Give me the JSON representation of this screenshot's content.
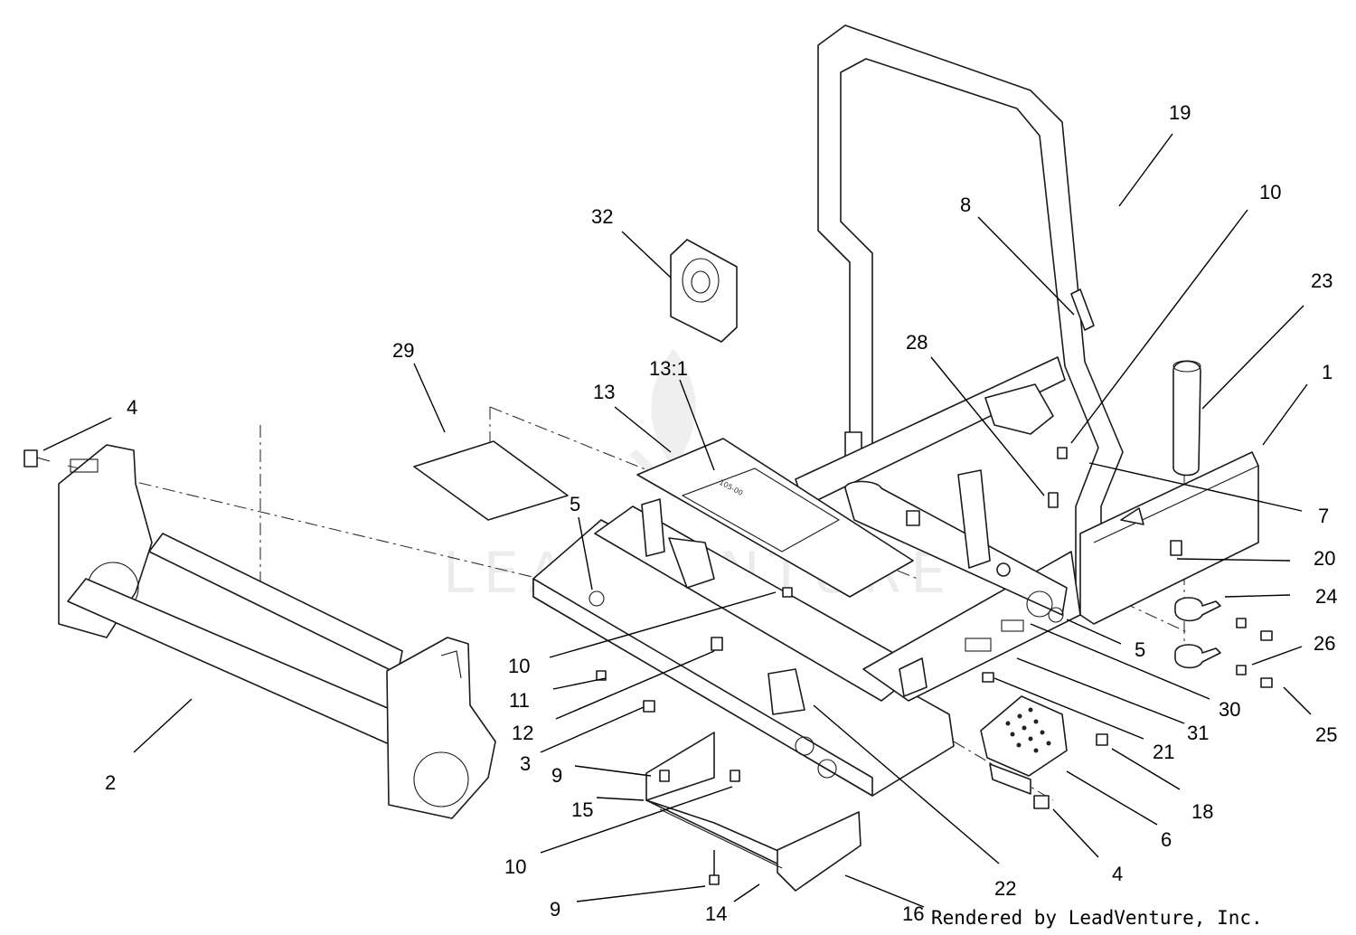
{
  "watermark": "LEADVENTURE",
  "footer": "Rendered by LeadVenture, Inc.",
  "labels": [
    {
      "id": "c19",
      "text": "19"
    },
    {
      "id": "c10a",
      "text": "10"
    },
    {
      "id": "c8",
      "text": "8"
    },
    {
      "id": "c32",
      "text": "32"
    },
    {
      "id": "c23",
      "text": "23"
    },
    {
      "id": "c28",
      "text": "28"
    },
    {
      "id": "c1",
      "text": "1"
    },
    {
      "id": "c29",
      "text": "29"
    },
    {
      "id": "c13_1",
      "text": "13:1"
    },
    {
      "id": "c13",
      "text": "13"
    },
    {
      "id": "c4a",
      "text": "4"
    },
    {
      "id": "c7",
      "text": "7"
    },
    {
      "id": "c5a",
      "text": "5"
    },
    {
      "id": "c20",
      "text": "20"
    },
    {
      "id": "c24",
      "text": "24"
    },
    {
      "id": "c5b",
      "text": "5"
    },
    {
      "id": "c26",
      "text": "26"
    },
    {
      "id": "c10b",
      "text": "10"
    },
    {
      "id": "c11",
      "text": "11"
    },
    {
      "id": "c30",
      "text": "30"
    },
    {
      "id": "c25",
      "text": "25"
    },
    {
      "id": "c12",
      "text": "12"
    },
    {
      "id": "c31",
      "text": "31"
    },
    {
      "id": "c21",
      "text": "21"
    },
    {
      "id": "c3",
      "text": "3"
    },
    {
      "id": "c2",
      "text": "2"
    },
    {
      "id": "c9a",
      "text": "9"
    },
    {
      "id": "c18",
      "text": "18"
    },
    {
      "id": "c15",
      "text": "15"
    },
    {
      "id": "c6",
      "text": "6"
    },
    {
      "id": "c10c",
      "text": "10"
    },
    {
      "id": "c4b",
      "text": "4"
    },
    {
      "id": "c22",
      "text": "22"
    },
    {
      "id": "c9b",
      "text": "9"
    },
    {
      "id": "c14",
      "text": "14"
    },
    {
      "id": "c16",
      "text": "16"
    }
  ]
}
